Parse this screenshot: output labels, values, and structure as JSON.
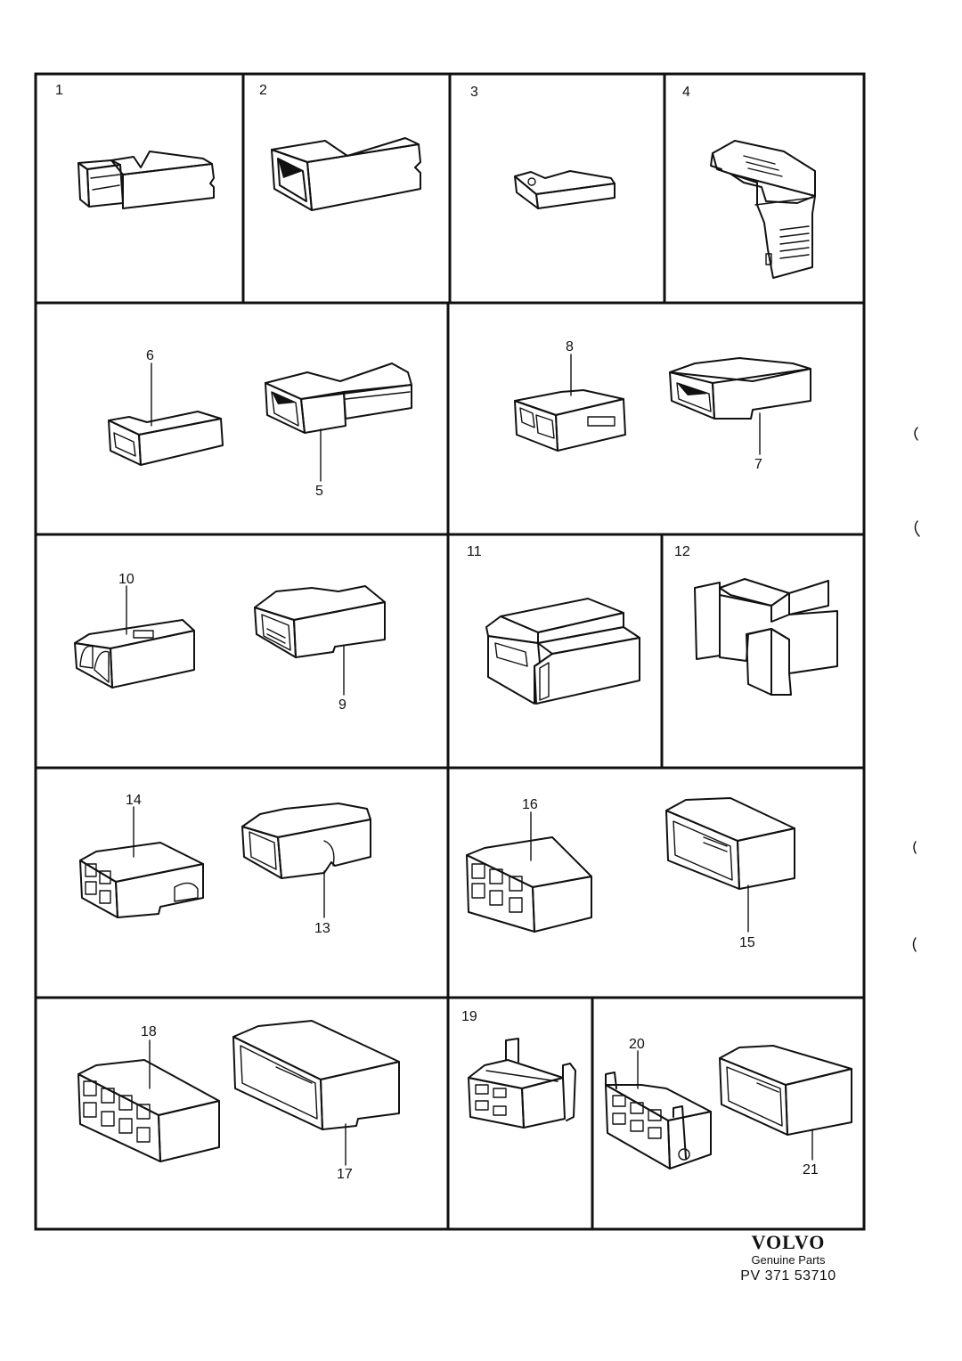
{
  "labels": {
    "p1": "1",
    "p2": "2",
    "p3": "3",
    "p4": "4",
    "p5": "5",
    "p6": "6",
    "p7": "7",
    "p8": "8",
    "p9": "9",
    "p10": "10",
    "p11": "11",
    "p12": "12",
    "p13": "13",
    "p14": "14",
    "p15": "15",
    "p16": "16",
    "p17": "17",
    "p18": "18",
    "p19": "19",
    "p20": "20",
    "p21": "21"
  },
  "footer": {
    "brand": "VOLVO",
    "subtitle": "Genuine Parts",
    "reference": "PV 371 53710"
  }
}
